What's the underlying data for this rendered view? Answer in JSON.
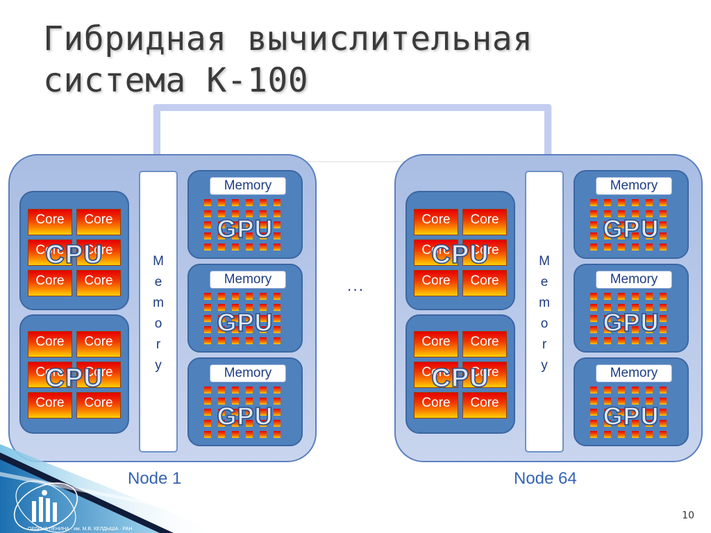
{
  "slide": {
    "title_line1": "Гибридная вычислительная",
    "title_line2": "система К-100",
    "page_number": "10",
    "ellipsis": "...",
    "logo_text": "ОРДЕНА ЛЕНИНА · им. М.В. КЕЛДЫША · РАН"
  },
  "nodes": [
    {
      "label": "Node 1",
      "memory_letters": [
        "M",
        "e",
        "m",
        "o",
        "r",
        "y"
      ],
      "cpus": [
        {
          "label": "CPU",
          "cores": [
            "Core",
            "Core",
            "Core",
            "Core",
            "Core",
            "Core"
          ]
        },
        {
          "label": "CPU",
          "cores": [
            "Core",
            "Core",
            "Core",
            "Core",
            "Core",
            "Core"
          ]
        }
      ],
      "gpus": [
        {
          "memory_label": "Memory",
          "label": "GPU"
        },
        {
          "memory_label": "Memory",
          "label": "GPU"
        },
        {
          "memory_label": "Memory",
          "label": "GPU"
        }
      ]
    },
    {
      "label": "Node 64",
      "memory_letters": [
        "M",
        "e",
        "m",
        "o",
        "r",
        "y"
      ],
      "cpus": [
        {
          "label": "CPU",
          "cores": [
            "Core",
            "Core",
            "Core",
            "Core",
            "Core",
            "Core"
          ]
        },
        {
          "label": "CPU",
          "cores": [
            "Core",
            "Core",
            "Core",
            "Core",
            "Core",
            "Core"
          ]
        }
      ],
      "gpus": [
        {
          "memory_label": "Memory",
          "label": "GPU"
        },
        {
          "memory_label": "Memory",
          "label": "GPU"
        },
        {
          "memory_label": "Memory",
          "label": "GPU"
        }
      ]
    }
  ],
  "colors": {
    "title": "#3b3b3b",
    "node_fill": "#b2c4e6",
    "unit_fill": "#4f81bd",
    "core_red": "#e60000",
    "core_yellow": "#ffd200",
    "connector": "#c3cdf0",
    "node_label": "#3564b4"
  }
}
